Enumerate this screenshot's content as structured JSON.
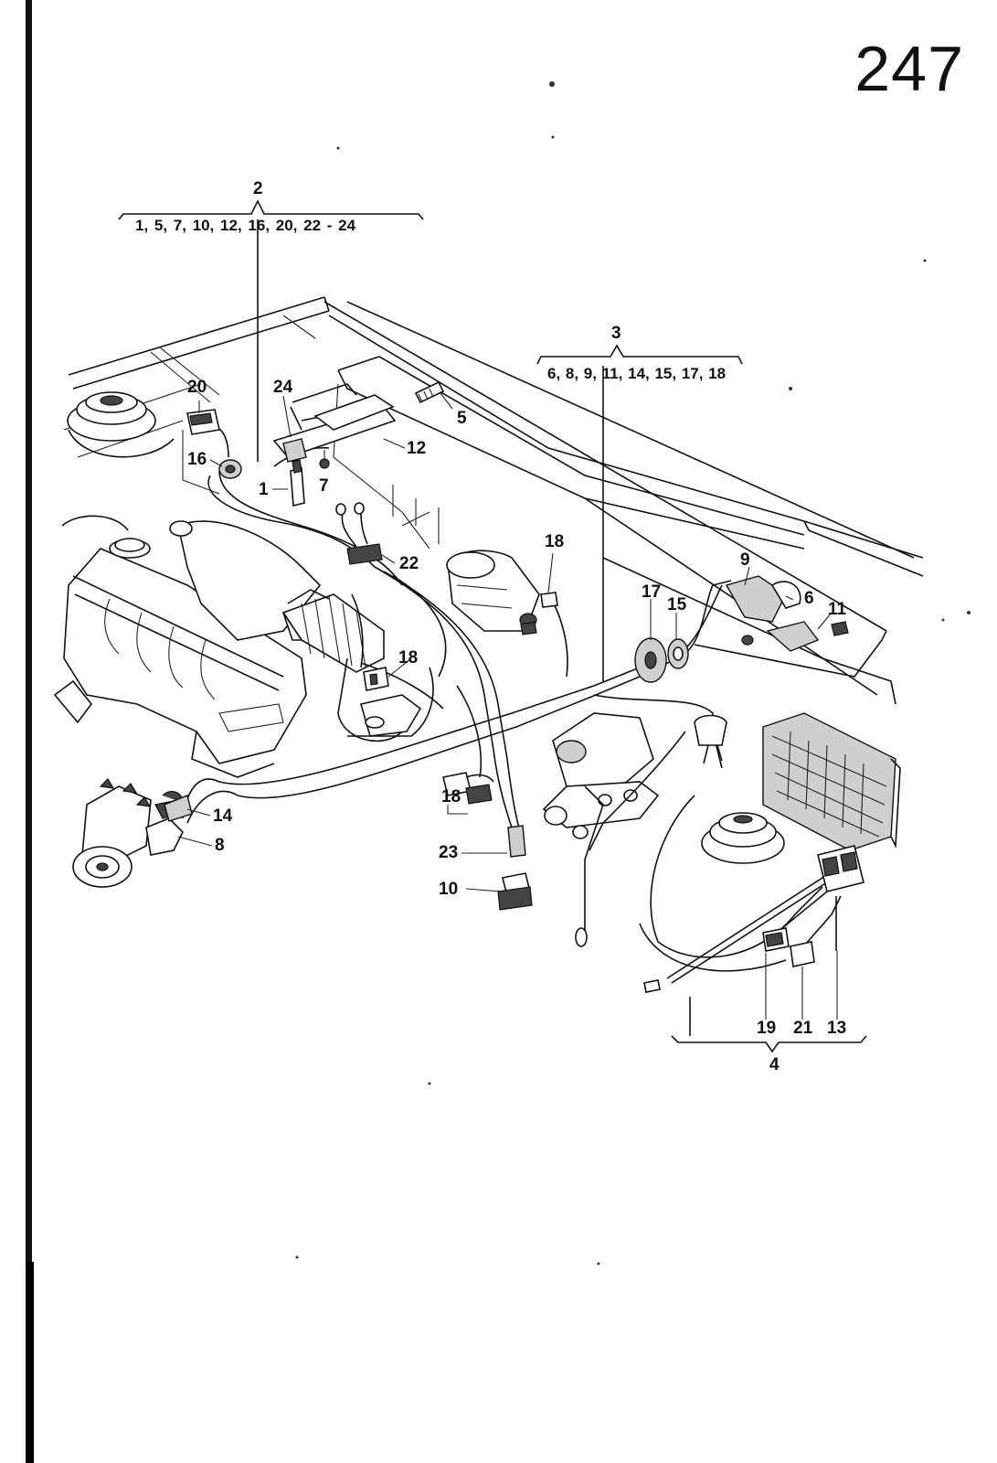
{
  "page_number": "247",
  "groups": [
    {
      "id": "2",
      "contents": "1, 5, 7, 10, 12,   16, 20, 22 - 24"
    },
    {
      "id": "3",
      "contents": "6, 8, 9,  11, 14, 15, 17, 18"
    },
    {
      "id": "4"
    }
  ],
  "callouts": [
    "1",
    "5",
    "6",
    "7",
    "8",
    "9",
    "10",
    "11",
    "12",
    "13",
    "14",
    "15",
    "16",
    "17",
    "18",
    "18",
    "18",
    "18",
    "19",
    "20",
    "21",
    "22",
    "23",
    "24"
  ],
  "colors": {
    "ink": "#111111",
    "paper": "#ffffff",
    "shading": "#cfcfcf"
  }
}
